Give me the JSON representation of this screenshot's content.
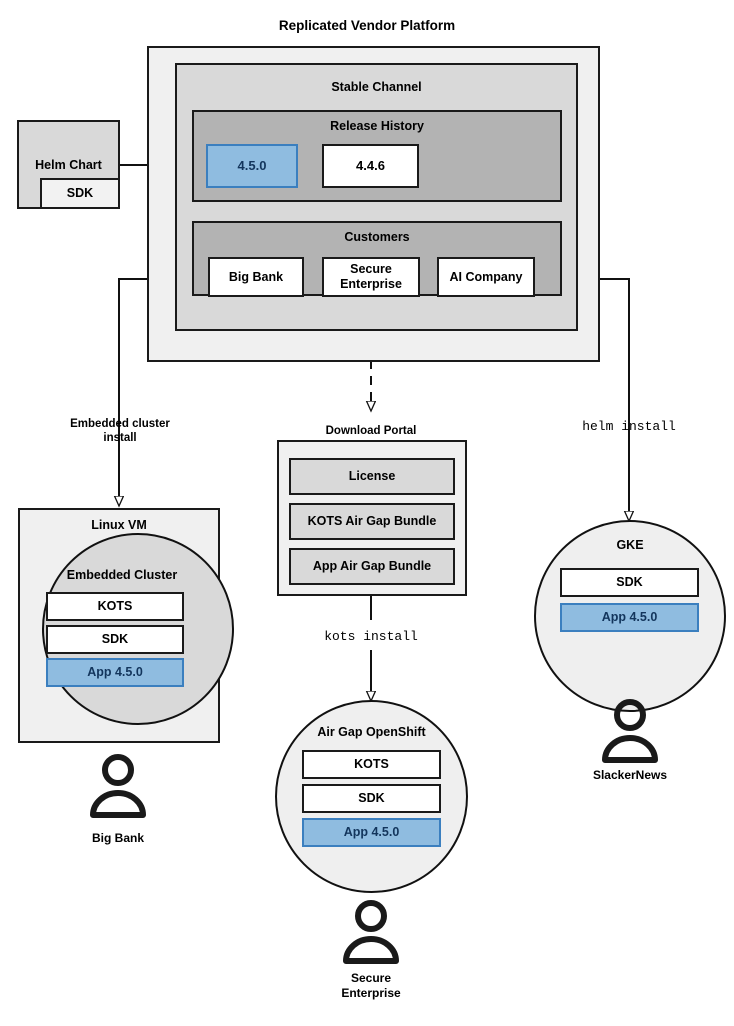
{
  "title": "Replicated Vendor Platform",
  "platform": {
    "title": "Replicated Vendor Platform",
    "stable_channel": {
      "title": "Stable Channel",
      "release_history": {
        "title": "Release History",
        "releases": [
          {
            "version": "4.5.0",
            "highlighted": true
          },
          {
            "version": "4.4.6",
            "highlighted": false
          }
        ]
      },
      "customers": {
        "title": "Customers",
        "items": [
          {
            "name": "Big Bank"
          },
          {
            "name": "Secure Enterprise"
          },
          {
            "name": "AI Company"
          }
        ]
      }
    }
  },
  "source": {
    "helm_chart": "Helm Chart",
    "sdk": "SDK"
  },
  "edges": {
    "embedded_cluster_install": "Embedded cluster\ninstall",
    "embedded_cluster_install_line1": "Embedded cluster",
    "embedded_cluster_install_line2": "install",
    "download_portal_label": "Download Portal",
    "helm_install": "helm install",
    "kots_install": "kots install"
  },
  "download_portal": {
    "title": "Download Portal",
    "artifacts": [
      "License",
      "KOTS Air Gap Bundle",
      "App Air Gap Bundle"
    ]
  },
  "targets": [
    {
      "id": "linux-vm",
      "shape": "rect",
      "title": "Linux VM",
      "inner": {
        "shape": "circle",
        "title": "Embedded Cluster",
        "components": [
          {
            "label": "KOTS",
            "highlighted": false
          },
          {
            "label": "SDK",
            "highlighted": false
          },
          {
            "label": "App 4.5.0",
            "highlighted": true
          }
        ]
      },
      "persona": "Big Bank",
      "persona_icon": "person-icon"
    },
    {
      "id": "air-gap-openshift",
      "shape": "circle",
      "title": "Air Gap OpenShift",
      "components": [
        {
          "label": "KOTS",
          "highlighted": false
        },
        {
          "label": "SDK",
          "highlighted": false
        },
        {
          "label": "App 4.5.0",
          "highlighted": true
        }
      ],
      "persona_line1": "Secure",
      "persona_line2": "Enterprise",
      "persona_icon": "person-icon"
    },
    {
      "id": "gke",
      "shape": "circle",
      "title": "GKE",
      "components": [
        {
          "label": "SDK",
          "highlighted": false
        },
        {
          "label": "App 4.5.0",
          "highlighted": true
        }
      ],
      "persona": "SlackerNews",
      "persona_icon": "person-icon"
    }
  ],
  "colors": {
    "highlight_fill": "#8fbce0",
    "highlight_border": "#3b7fbf",
    "highlight_text": "#13355c",
    "grey_outer": "#f0f0f0",
    "grey_mid": "#d9d9d9",
    "grey_inner": "#b3b3b3",
    "stroke": "#1a1a1a"
  }
}
